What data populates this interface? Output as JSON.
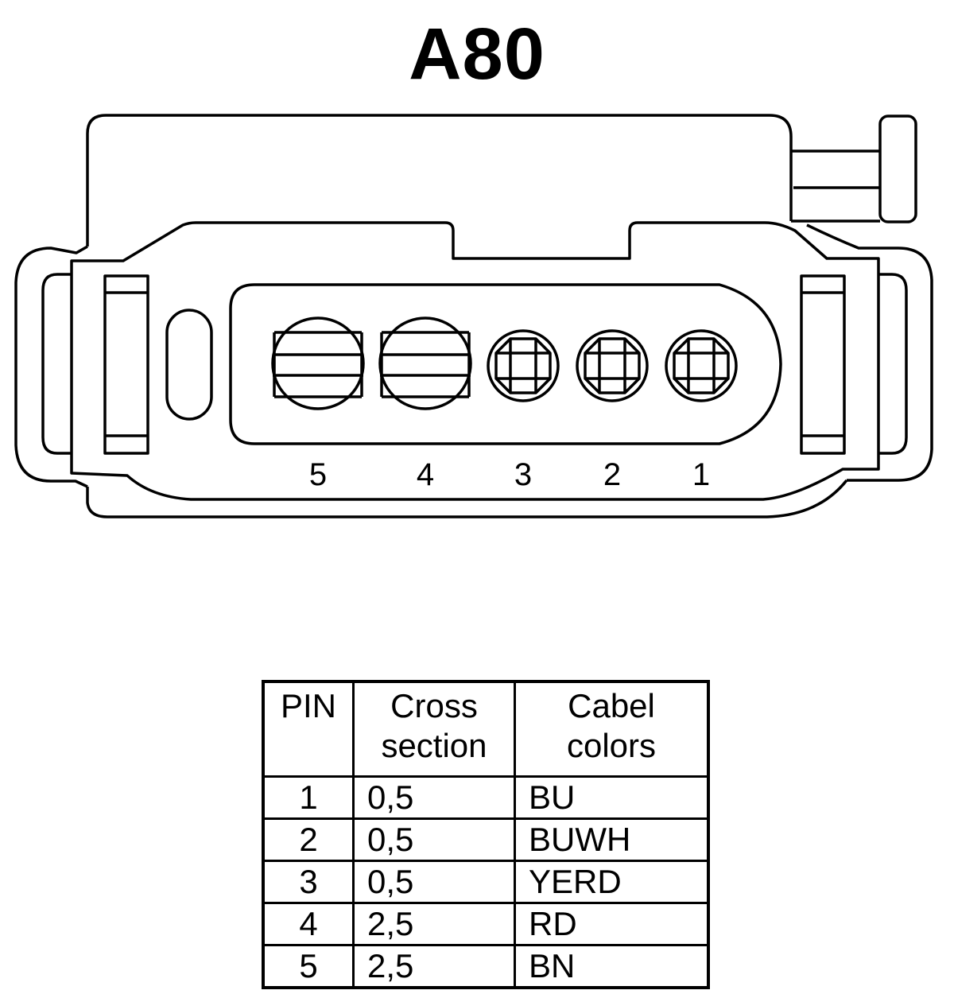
{
  "diagram": {
    "title": "A80",
    "pin_labels": [
      "5",
      "4",
      "3",
      "2",
      "1"
    ]
  },
  "table": {
    "headers": {
      "pin": "PIN",
      "cross_section": [
        "Cross",
        "section"
      ],
      "cable_colors": [
        "Cabel",
        "colors"
      ]
    },
    "rows": [
      {
        "pin": "1",
        "cross_section": "0,5",
        "color": "BU"
      },
      {
        "pin": "2",
        "cross_section": "0,5",
        "color": "BUWH"
      },
      {
        "pin": "3",
        "cross_section": "0,5",
        "color": "YERD"
      },
      {
        "pin": "4",
        "cross_section": "2,5",
        "color": "RD"
      },
      {
        "pin": "5",
        "cross_section": "2,5",
        "color": "BN"
      }
    ]
  }
}
